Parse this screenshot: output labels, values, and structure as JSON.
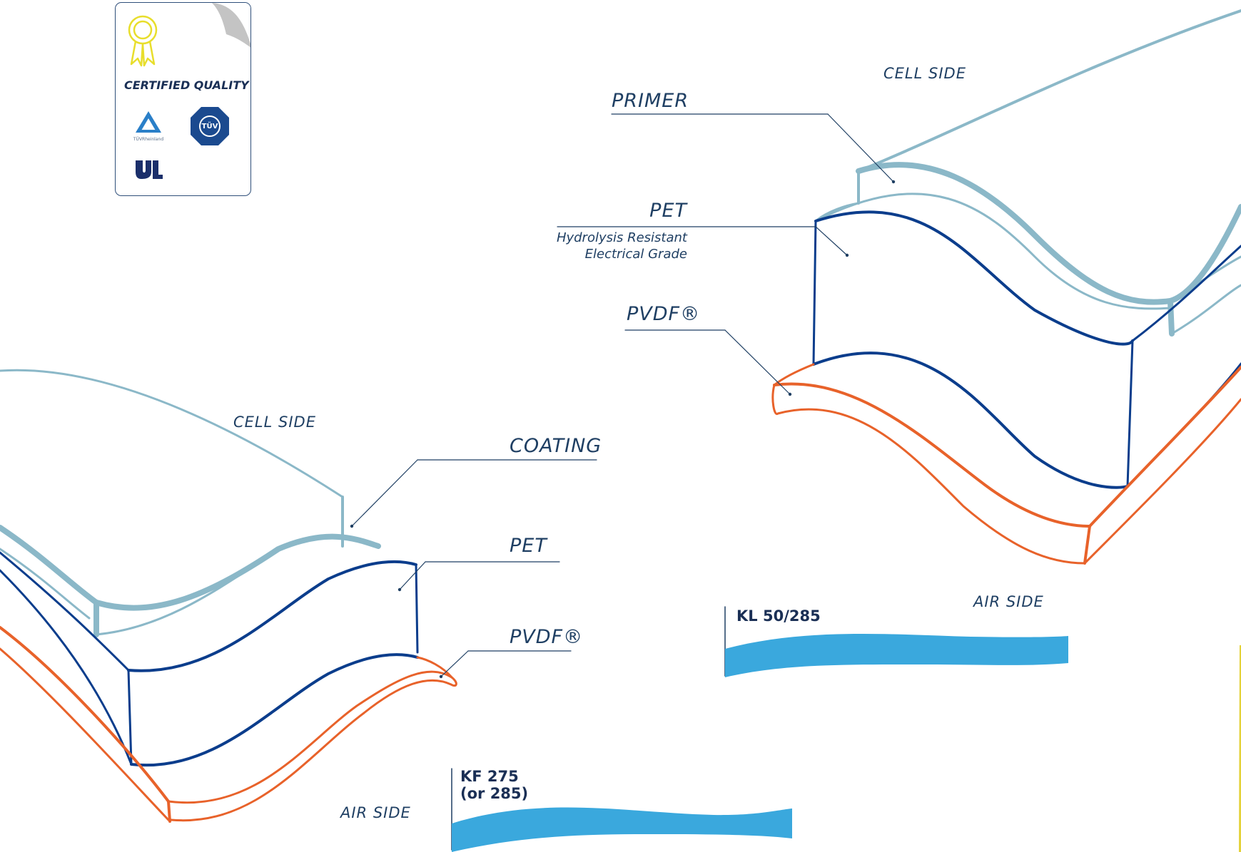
{
  "certificate": {
    "title": "CERTIFIED QUALITY",
    "logos": [
      "award-ribbon-icon",
      "tuv-rheinland-logo",
      "tuv-sud-logo",
      "ul-recognized-logo"
    ],
    "tuv_rheinland_text": "TÜVRheinland",
    "tuv_sud_text": "TÜV"
  },
  "left_diagram": {
    "cell_side": "CELL SIDE",
    "coating": "COATING",
    "pet": "PET",
    "pvdf": "PVDF®",
    "air_side": "AIR SIDE",
    "product_line1": "KF 275",
    "product_line2": "(or 285)"
  },
  "right_diagram": {
    "cell_side": "CELL SIDE",
    "primer": "PRIMER",
    "pet": "PET",
    "pet_note_line1": "Hydrolysis Resistant",
    "pet_note_line2": "Electrical Grade",
    "pvdf": "PVDF®",
    "air_side": "AIR SIDE",
    "product": "KL 50/285"
  },
  "colors": {
    "coating_layer": "#8bb8c8",
    "pet_layer": "#0b3d8c",
    "pvdf_layer": "#e8622a",
    "product_swatch": "#3aa8dd",
    "text": "#1f3f63"
  }
}
